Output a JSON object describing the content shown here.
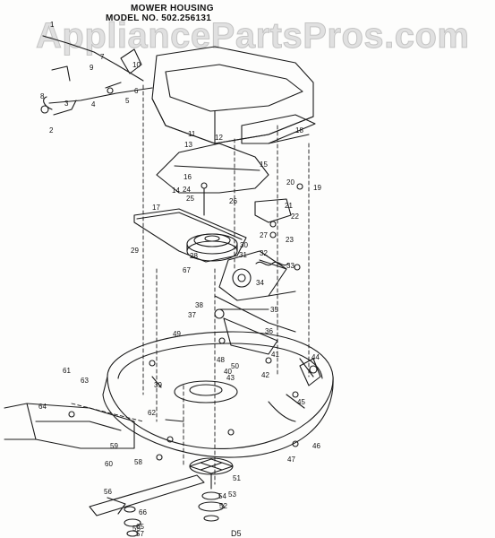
{
  "header": {
    "title": "MOWER HOUSING",
    "model": "MODEL NO. 502.256131"
  },
  "watermark": "AppliancePartsPros.com",
  "page_code": "D5",
  "part_numbers": [
    {
      "label": "1"
    },
    {
      "label": "2"
    },
    {
      "label": "3"
    },
    {
      "label": "4"
    },
    {
      "label": "5"
    },
    {
      "label": "6"
    },
    {
      "label": "7"
    },
    {
      "label": "8"
    },
    {
      "label": "9"
    },
    {
      "label": "10"
    },
    {
      "label": "11"
    },
    {
      "label": "12"
    },
    {
      "label": "13"
    },
    {
      "label": "14"
    },
    {
      "label": "15"
    },
    {
      "label": "16"
    },
    {
      "label": "17"
    },
    {
      "label": "18"
    },
    {
      "label": "19"
    },
    {
      "label": "20"
    },
    {
      "label": "21"
    },
    {
      "label": "22"
    },
    {
      "label": "23"
    },
    {
      "label": "24"
    },
    {
      "label": "25"
    },
    {
      "label": "26"
    },
    {
      "label": "27"
    },
    {
      "label": "28"
    },
    {
      "label": "29"
    },
    {
      "label": "30"
    },
    {
      "label": "31"
    },
    {
      "label": "32"
    },
    {
      "label": "33"
    },
    {
      "label": "34"
    },
    {
      "label": "35"
    },
    {
      "label": "36"
    },
    {
      "label": "37"
    },
    {
      "label": "38"
    },
    {
      "label": "39"
    },
    {
      "label": "40"
    },
    {
      "label": "41"
    },
    {
      "label": "42"
    },
    {
      "label": "43"
    },
    {
      "label": "44"
    },
    {
      "label": "45"
    },
    {
      "label": "46"
    },
    {
      "label": "47"
    },
    {
      "label": "48"
    },
    {
      "label": "49"
    },
    {
      "label": "50"
    },
    {
      "label": "51"
    },
    {
      "label": "52"
    },
    {
      "label": "53"
    },
    {
      "label": "54"
    },
    {
      "label": "55"
    },
    {
      "label": "56"
    },
    {
      "label": "57"
    },
    {
      "label": "58"
    },
    {
      "label": "59"
    },
    {
      "label": "60"
    },
    {
      "label": "61"
    },
    {
      "label": "62"
    },
    {
      "label": "63"
    },
    {
      "label": "64"
    },
    {
      "label": "65"
    },
    {
      "label": "66"
    },
    {
      "label": "67"
    }
  ]
}
